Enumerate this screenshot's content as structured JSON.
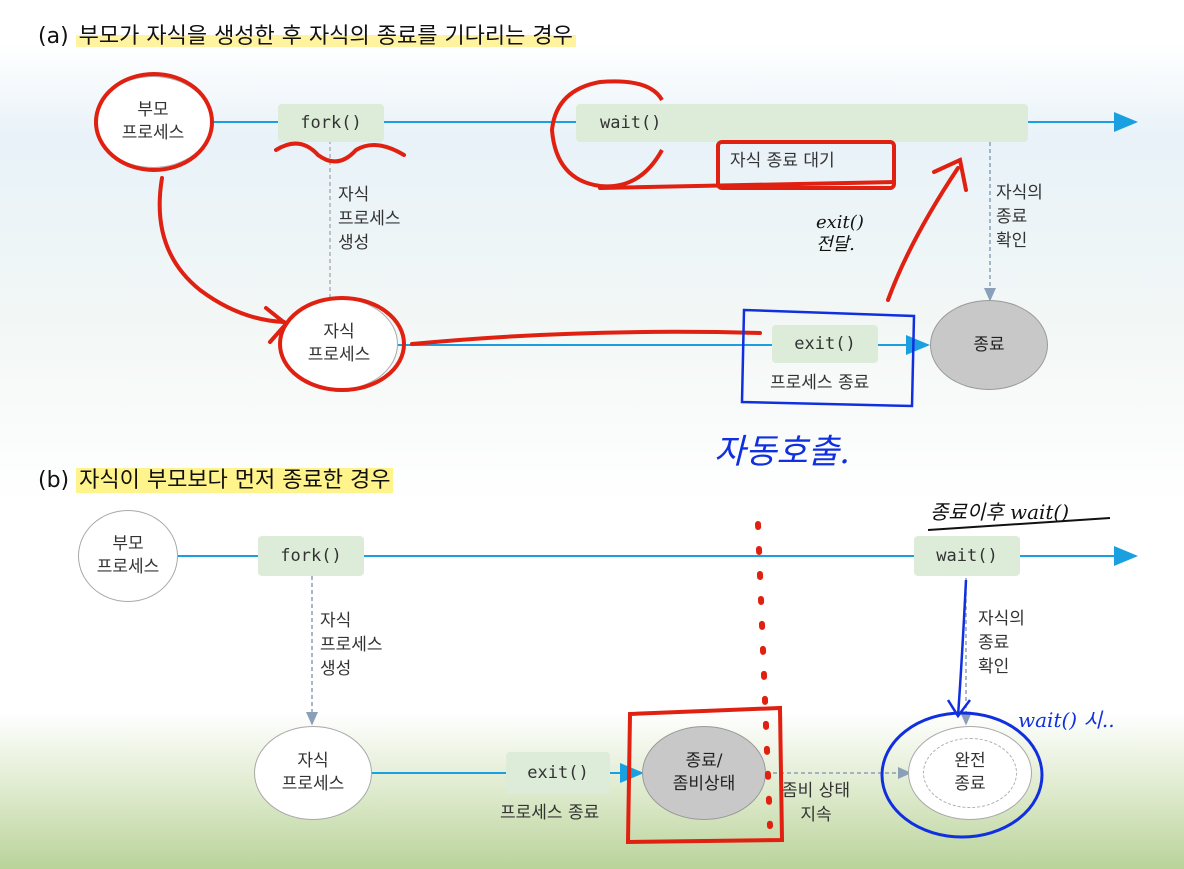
{
  "section_a": {
    "title_prefix": "(a) ",
    "title": "부모가 자식을 생성한 후 자식의 종료를 기다리는 경우",
    "parent": "부모\n프로세스",
    "fork": "fork()",
    "wait": "wait()",
    "wait_label": "자식 종료 대기",
    "create_label": "자식\n프로세스\n생성",
    "confirm_label": "자식의\n종료\n확인",
    "child": "자식\n프로세스",
    "exit": "exit()",
    "exit_label": "프로세스 종료",
    "end": "종료",
    "note_exit_deliver": "exit()\n전달.",
    "note_auto_call": "자동호출."
  },
  "section_b": {
    "title_prefix": "(b) ",
    "title": "자식이 부모보다 먼저 종료한 경우",
    "parent": "부모\n프로세스",
    "fork": "fork()",
    "wait": "wait()",
    "create_label": "자식\n프로세스\n생성",
    "confirm_label": "자식의\n종료\n확인",
    "child": "자식\n프로세스",
    "exit": "exit()",
    "exit_label": "프로세스 종료",
    "zombie": "종료/\n좀비상태",
    "zombie_label": "좀비 상태\n지속",
    "complete": "완전\n종료",
    "note_wait_after": "종료이후 wait()",
    "note_wait_call": "wait() 시.."
  },
  "colors": {
    "arrow": "#1aa0e0",
    "box_fill": "#dcecd8",
    "red_ink": "#e02010",
    "blue_ink": "#1030e0",
    "highlight": "#fff38c"
  }
}
